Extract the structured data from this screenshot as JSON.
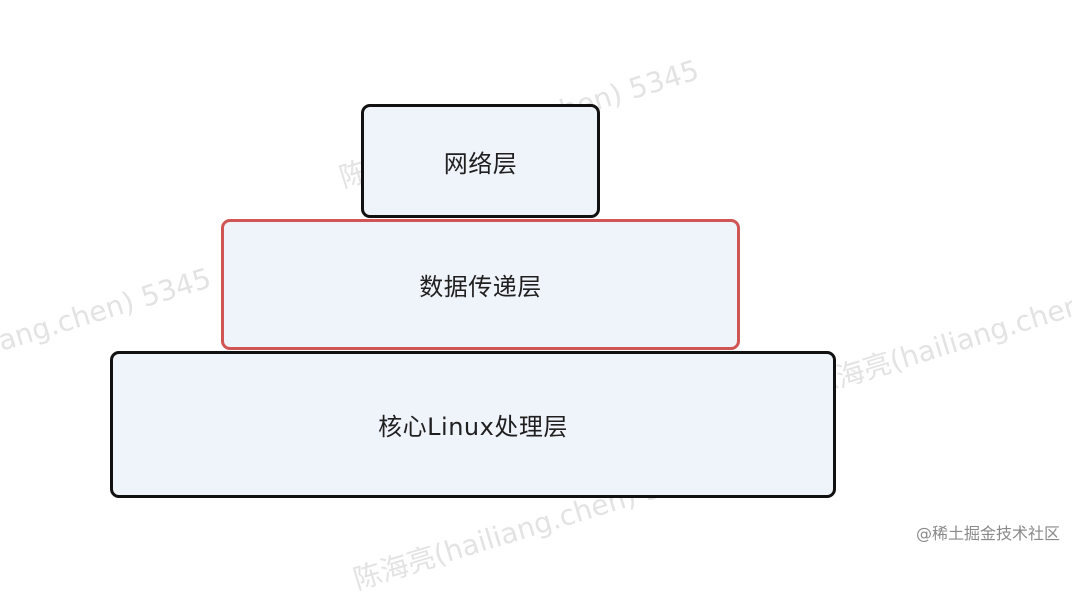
{
  "watermark": {
    "text_full": "陈海亮(hailiang.chen) 5345",
    "text_tail": "ang.chen) 5345",
    "text_long": "陈海亮(hailiang.chen"
  },
  "layers": {
    "network": "网络层",
    "data_transfer": "数据传递层",
    "core": "核心Linux处理层"
  },
  "footer": {
    "credit": "@稀土掘金技术社区"
  }
}
